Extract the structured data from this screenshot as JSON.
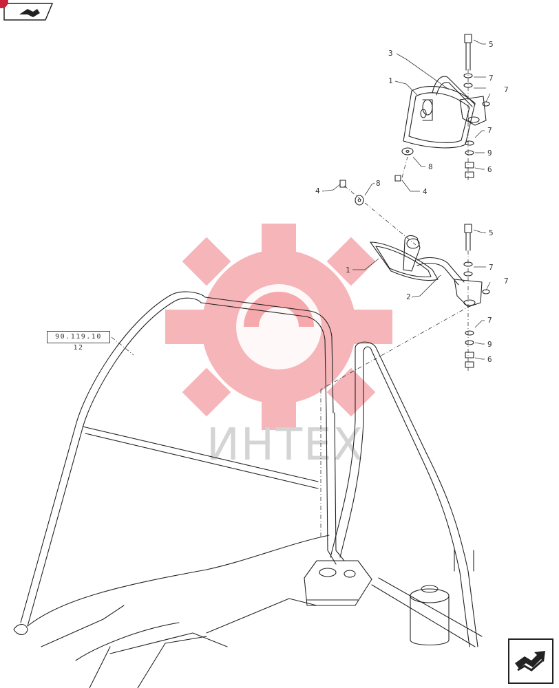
{
  "reference": "90.119.10 12",
  "watermark": "ИНТЕХ",
  "colors": {
    "watermark_gear": "#f5a9ac",
    "watermark_text": "#d4d4d4",
    "corner_dot": "#cc1f3a",
    "line": "#222222"
  },
  "icons": {
    "back": "back-arrow-icon",
    "next": "next-arrow-icon",
    "logo": "gear-logo-icon"
  },
  "callouts": {
    "upper": [
      {
        "id": "u5",
        "label": "5"
      },
      {
        "id": "u3",
        "label": "3"
      },
      {
        "id": "u1",
        "label": "1"
      },
      {
        "id": "u7a",
        "label": "7"
      },
      {
        "id": "u7b",
        "label": "7"
      },
      {
        "id": "u7c",
        "label": "7"
      },
      {
        "id": "u9",
        "label": "9"
      },
      {
        "id": "u8",
        "label": "8"
      },
      {
        "id": "u6",
        "label": "6"
      }
    ],
    "middle": [
      {
        "id": "m4a",
        "label": "4"
      },
      {
        "id": "m8",
        "label": "8"
      },
      {
        "id": "m4b",
        "label": "4"
      }
    ],
    "lower": [
      {
        "id": "l5",
        "label": "5"
      },
      {
        "id": "l1",
        "label": "1"
      },
      {
        "id": "l7a",
        "label": "7"
      },
      {
        "id": "l2",
        "label": "2"
      },
      {
        "id": "l7b",
        "label": "7"
      },
      {
        "id": "l7c",
        "label": "7"
      },
      {
        "id": "l9",
        "label": "9"
      },
      {
        "id": "l6",
        "label": "6"
      }
    ]
  }
}
